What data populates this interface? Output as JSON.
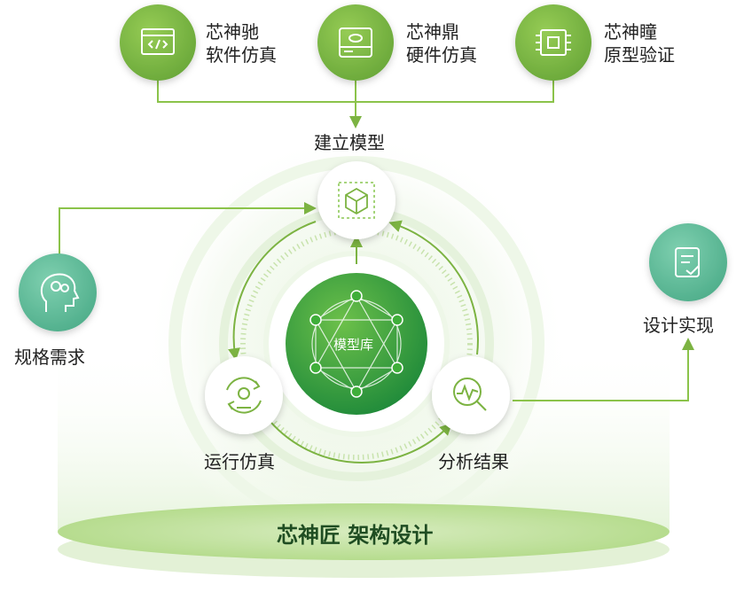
{
  "colors": {
    "accent_green": "#7cb342",
    "dark_green": "#2e8b3a",
    "teal": "#5fbf9a",
    "line_green": "#8bc34a",
    "base_fill": "#c9e6a8"
  },
  "top_tools": [
    {
      "line1": "芯神驰",
      "line2": "软件仿真",
      "icon": "code-window-icon"
    },
    {
      "line1": "芯神鼎",
      "line2": "硬件仿真",
      "icon": "hardware-drive-icon"
    },
    {
      "line1": "芯神瞳",
      "line2": "原型验证",
      "icon": "chip-icon"
    }
  ],
  "build_model_label": "建立模型",
  "spec_label": "规格需求",
  "design_impl_label": "设计实现",
  "run_sim_label": "运行仿真",
  "analyze_label": "分析结果",
  "center_label": "模型库",
  "base_label": "芯神匠 架构设计"
}
